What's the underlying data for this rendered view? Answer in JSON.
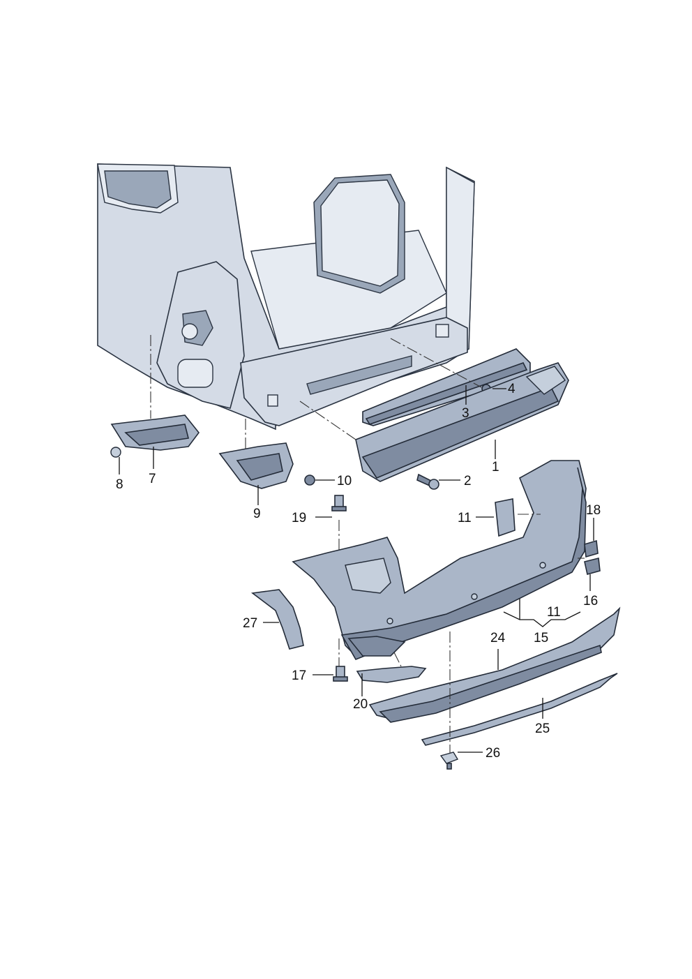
{
  "callouts": {
    "c1": "1",
    "c2": "2",
    "c3": "3",
    "c4": "4",
    "c7": "7",
    "c8": "8",
    "c9": "9",
    "c10": "10",
    "c11a": "11",
    "c11b": "11",
    "c15": "15",
    "c16": "16",
    "c17": "17",
    "c18": "18",
    "c19": "19",
    "c20": "20",
    "c24": "24",
    "c25": "25",
    "c26": "26",
    "c27": "27"
  },
  "colors": {
    "part_fill": "#aab6c8",
    "body_fill": "#d4dbe6",
    "outline": "#232b38"
  }
}
